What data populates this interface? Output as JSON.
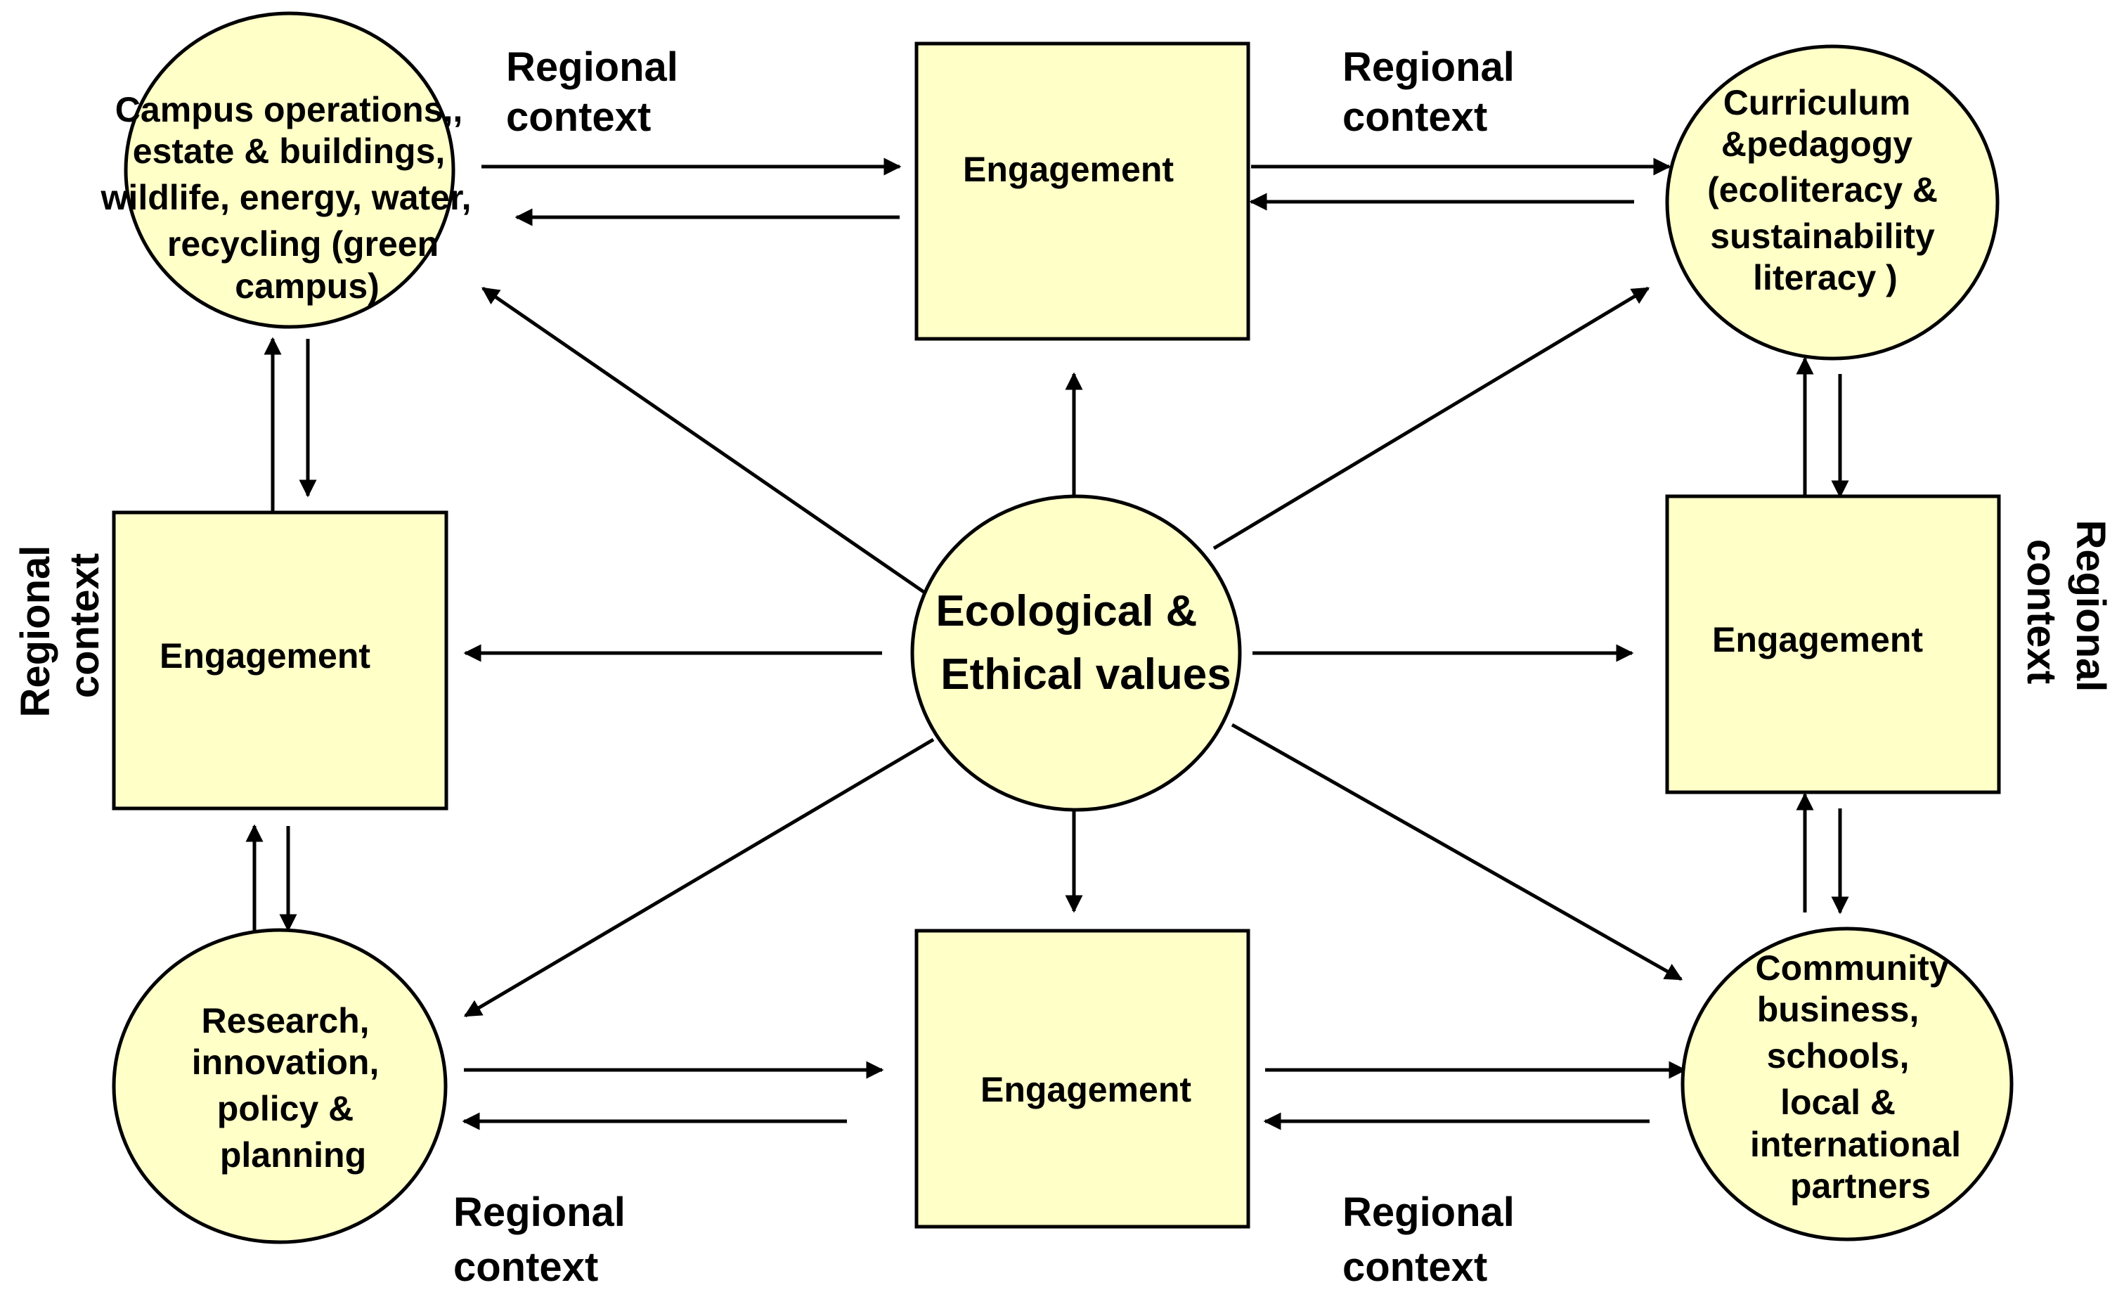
{
  "diagram": {
    "center": {
      "lines": [
        "Ecological &",
        "Ethical values"
      ]
    },
    "nodes": {
      "campus": {
        "lines": [
          "Campus operations,,",
          "estate & buildings,",
          "wildlife, energy,  water,",
          "recycling (green",
          "campus)"
        ]
      },
      "curriculum": {
        "lines": [
          "Curriculum",
          "&pedagogy",
          "(ecoliteracy  &",
          "sustainability",
          "literacy )"
        ]
      },
      "research": {
        "lines": [
          "Research,",
          "innovation,",
          "policy &",
          "planning"
        ]
      },
      "community": {
        "lines": [
          "Community",
          "business,",
          "schools,",
          "local &",
          "international",
          "partners"
        ]
      }
    },
    "engagement": {
      "top": "Engagement",
      "left": "Engagement",
      "right": "Engagement",
      "bottom": "Engagement"
    },
    "regional_context": {
      "top_left": [
        "Regional",
        "context"
      ],
      "top_right": [
        "Regional",
        "context"
      ],
      "left": [
        "Regional",
        "context"
      ],
      "right": [
        "Regional",
        "context"
      ],
      "bottom_left": [
        "Regional",
        "context"
      ],
      "bottom_right": [
        "Regional",
        "context"
      ]
    },
    "colors": {
      "fill": "#ffffc8",
      "stroke": "#000000"
    }
  }
}
